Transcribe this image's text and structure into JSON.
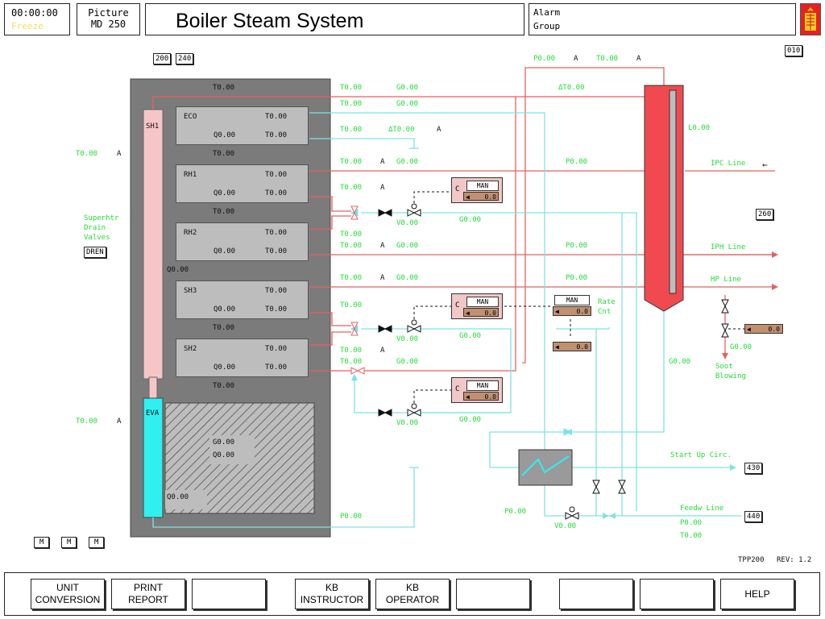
{
  "header": {
    "clock": "00:00:00",
    "freeze": "Freeze",
    "picture_label": "Picture",
    "picture_id": "MD 250",
    "title": "Boiler Steam System",
    "alarm_line1": "Alarm",
    "alarm_line2": "Group"
  },
  "nav": {
    "btn_200": "200",
    "btn_240": "240",
    "btn_010": "010",
    "btn_260": "260",
    "btn_430": "430",
    "btn_440": "440"
  },
  "boiler": {
    "top_temp": "T0.00",
    "eco": {
      "label": "ECO",
      "t": "T0.00",
      "q": "Q0.00",
      "t2": "T0.00"
    },
    "rh1": {
      "label": "RH1",
      "t": "T0.00",
      "q": "Q0.00",
      "t2": "T0.00"
    },
    "rh2": {
      "label": "RH2",
      "t": "T0.00",
      "q": "Q0.00",
      "t2": "T0.00"
    },
    "sh3": {
      "label": "SH3",
      "t": "T0.00",
      "q": "Q0.00",
      "t2": "T0.00"
    },
    "sh2": {
      "label": "SH2",
      "t": "T0.00",
      "q": "Q0.00",
      "t2": "T0.00"
    },
    "between1": "T0.00",
    "between2": "T0.00",
    "between3": "T0.00",
    "between4": "T0.00",
    "bottom": "T0.00",
    "sh1_label": "SH1",
    "sh1_q": "Q0.00",
    "eva_label": "EVA",
    "furnace_g": "G0.00",
    "furnace_q": "Q0.00",
    "eva_q": "Q0.00"
  },
  "left": {
    "t_upper": "T0.00",
    "a_upper": "A",
    "t_lower": "T0.00",
    "a_lower": "A",
    "drain_label_1": "Superhtr",
    "drain_label_2": "Drain",
    "drain_label_3": "Valves",
    "dren": "DREN"
  },
  "streams": {
    "r1_t": "T0.00",
    "r1_g": "G0.00",
    "r1_dt": "ΔT0.00",
    "r2_t": "T0.00",
    "r2_g": "G0.00",
    "r3_t": "T0.00",
    "r3_dt": "ΔT0.00",
    "r3_a": "A",
    "r4_t": "T0.00",
    "r4_a": "A",
    "r4_g": "G0.00",
    "r4_p": "P0.00",
    "r5_t": "T0.00",
    "r5_a": "A",
    "r5_v": "V0.00",
    "r5_g": "G0.00",
    "r6_t": "T0.00",
    "r7_t": "T0.00",
    "r7_a": "A",
    "r7_g": "G0.00",
    "r7_p": "P0.00",
    "r8_t": "T0.00",
    "r8_a": "A",
    "r8_g": "G0.00",
    "r8_p": "P0.00",
    "r9_t": "T0.00",
    "r9_v": "V0.00",
    "r9_g": "G0.00",
    "r10_t": "T0.00",
    "r10_a": "A",
    "r11_t": "T0.00",
    "r11_g": "G0.00",
    "r12_v": "V0.00",
    "r12_g": "G0.00",
    "bottom_p": "P0.00"
  },
  "drum": {
    "p_top": "P0.00",
    "a_top1": "A",
    "t_top": "T0.00",
    "a_top2": "A",
    "level": "L0.00",
    "ipc": "IPC Line",
    "iph": "IPH Line",
    "hp": "HP Line",
    "soot_val": "0.0",
    "soot_g": "G0.00",
    "soot_1": "Soot",
    "soot_2": "Blowing",
    "g_side": "G0.00",
    "start_up": "Start Up Circ.",
    "feedw": "Feedw Line",
    "feed_p_left": "P0.00",
    "feed_v": "V0.00",
    "feed_p": "P0.00",
    "feed_t": "T0.00",
    "ipc_arrow": "←"
  },
  "controllers": {
    "man": "MAN",
    "c": "C",
    "value": "0.0",
    "rate_1": "Rate",
    "rate_2": "Cnt"
  },
  "footer": {
    "m1": "M",
    "m2": "M",
    "m3": "M",
    "revision_id": "TPP200",
    "revision": "REV: 1.2"
  },
  "fkeys": [
    {
      "l1": "UNIT",
      "l2": "CONVERSION"
    },
    {
      "l1": "PRINT",
      "l2": "REPORT"
    },
    {
      "l1": "",
      "l2": ""
    },
    {
      "l1": "KB",
      "l2": "INSTRUCTOR"
    },
    {
      "l1": "KB",
      "l2": "OPERATOR"
    },
    {
      "l1": "",
      "l2": ""
    },
    {
      "l1": "",
      "l2": ""
    },
    {
      "l1": "",
      "l2": ""
    },
    {
      "l1": "HELP",
      "l2": ""
    }
  ],
  "colors": {
    "steam": "#e86060",
    "water": "#7fe3e3",
    "value_text": "#22dd33",
    "panel": "#7b7b7b",
    "drum": "#f04a50"
  }
}
